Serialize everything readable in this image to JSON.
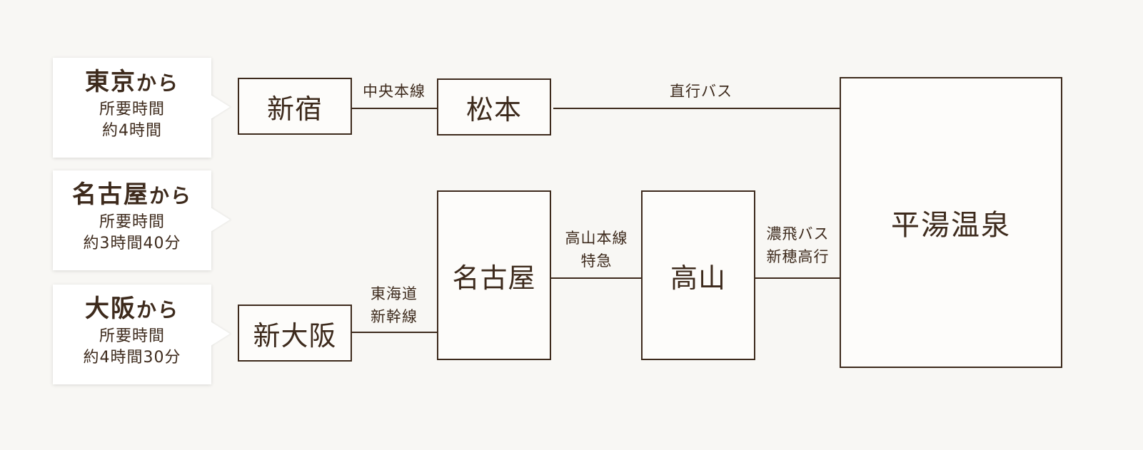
{
  "origins": [
    {
      "name": "東京",
      "suffix": "から",
      "time_label": "所要時間",
      "time_value": "約4時間"
    },
    {
      "name": "名古屋",
      "suffix": "から",
      "time_label": "所要時間",
      "time_value": "約3時間40分"
    },
    {
      "name": "大阪",
      "suffix": "から",
      "time_label": "所要時間",
      "time_value": "約4時間30分"
    }
  ],
  "stations": {
    "shinjuku": "新宿",
    "matsumoto": "松本",
    "nagoya": "名古屋",
    "takayama": "高山",
    "shin_osaka": "新大阪",
    "hirayu": "平湯温泉"
  },
  "routes": {
    "chuo": [
      "中央本線"
    ],
    "direct_bus": [
      "直行バス"
    ],
    "takayama_line": [
      "高山本線",
      "特急"
    ],
    "nohi_bus": [
      "濃飛バス",
      "新穂高行"
    ],
    "tokaido": [
      "東海道",
      "新幹線"
    ]
  }
}
